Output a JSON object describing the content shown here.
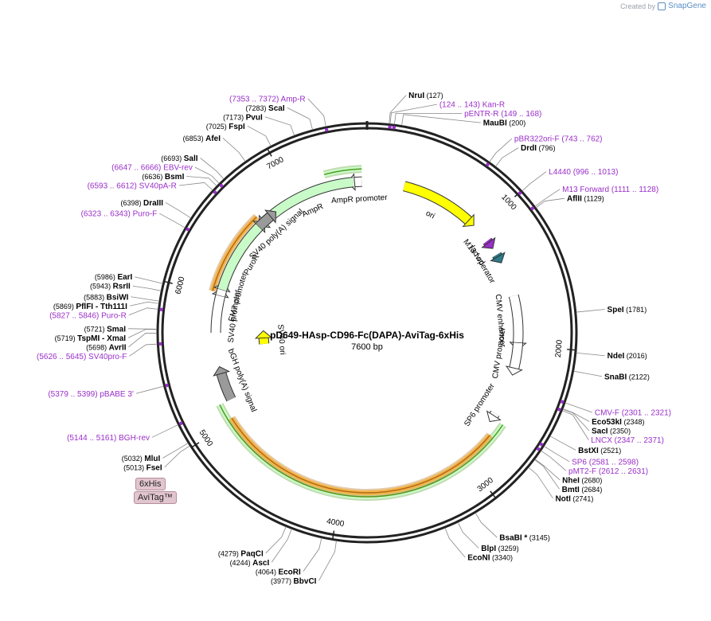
{
  "credit": {
    "prefix": "Created by",
    "brand": "SnapGene"
  },
  "plasmid": {
    "name": "pD649-HAsp-CD96-Fc(DAPA)-AviTag-6xHis",
    "length_label": "7600 bp",
    "length": 7600
  },
  "ticks": [
    "1000",
    "2000",
    "3000",
    "4000",
    "5000",
    "6000",
    "7000"
  ],
  "tags": [
    "6xHis",
    "AviTag™"
  ],
  "colors": {
    "enzyme": "#000000",
    "primer": "#9a2fc9",
    "ori": "#ffff00",
    "amp": "#c9fbc8",
    "orange": "#f5b44a",
    "green_band": "#4f9b1f"
  },
  "features": [
    {
      "name": "ori",
      "start": 300,
      "end": 889,
      "color": "#ffff00",
      "ring": 190
    },
    {
      "name": "AmpR promoter",
      "start": 7560,
      "end": 7500,
      "color": "#ffffff",
      "ring": 190
    },
    {
      "name": "AmpR",
      "start": 7490,
      "end": 6700,
      "color": "#c9fbc8",
      "ring": 190
    },
    {
      "name": "M13 fwd",
      "start": 1111,
      "end": 1128,
      "color": "#9a2fc9",
      "ring": 190
    },
    {
      "name": "lac operator",
      "start": 1245,
      "end": 1262,
      "color": "#2e7b8a",
      "ring": 190
    },
    {
      "name": "CMV enhancer",
      "start": 1600,
      "end": 1980,
      "color": "#ffffff",
      "ring": 190
    },
    {
      "name": "CMV promoter",
      "start": 1981,
      "end": 2185,
      "color": "#ffffff",
      "ring": 190
    },
    {
      "name": "SP6 promoter",
      "start": 2580,
      "end": 2600,
      "color": "#ffffff",
      "ring": 190
    },
    {
      "name": "bGH poly(A) signal",
      "start": 5150,
      "end": 5370,
      "color": "#9a9a9a",
      "ring": 190
    },
    {
      "name": "SV40 promoter",
      "start": 5700,
      "end": 6000,
      "color": "#ffffff",
      "ring": 190
    },
    {
      "name": "EM7 promoter",
      "start": 6000,
      "end": 6050,
      "color": "#ffffff",
      "ring": 190
    },
    {
      "name": "PuroR",
      "start": 6050,
      "end": 6640,
      "color": "#c9fbc8",
      "ring": 190
    },
    {
      "name": "SV40 poly(A) signal",
      "start": 6640,
      "end": 6762,
      "color": "#9a9a9a",
      "ring": 190
    },
    {
      "name": "SV40 ori",
      "start": 5570,
      "end": 5640,
      "color": "#ffff00",
      "ring": 130
    }
  ],
  "bands": [
    {
      "start": 7280,
      "end": 7560,
      "color": "#c9fbc8",
      "outline": "#4f9b1f"
    },
    {
      "start": 2620,
      "end": 5150,
      "color": "#c9fbc8",
      "outline": "#4f9b1f"
    },
    {
      "start": 2740,
      "end": 5020,
      "color": "#f5b44a",
      "outline": "#b06b15"
    },
    {
      "start": 6020,
      "end": 6680,
      "color": "#f5b44a",
      "outline": "#b06b15"
    }
  ],
  "labels": [
    {
      "kind": "primer",
      "label": "(124 .. 143)  Kan-R",
      "pos": 133
    },
    {
      "kind": "enzyme",
      "label": "NruI",
      "num": "(127)",
      "pos": 127
    },
    {
      "kind": "primer",
      "label": "pENTR-R   (149 .. 168)",
      "pos": 158
    },
    {
      "kind": "enzyme",
      "label": "MauBI",
      "num": "(200)",
      "pos": 200
    },
    {
      "kind": "primer",
      "label": "pBR322ori-F   (743 .. 762)",
      "pos": 752
    },
    {
      "kind": "enzyme",
      "label": "DrdI",
      "num": "(796)",
      "pos": 796
    },
    {
      "kind": "primer",
      "label": "L4440   (996 .. 1013)",
      "pos": 1004
    },
    {
      "kind": "primer",
      "label": "M13 Forward   (1111 .. 1128)",
      "pos": 1120
    },
    {
      "kind": "enzyme",
      "label": "AflII",
      "num": "(1129)",
      "pos": 1129
    },
    {
      "kind": "enzyme",
      "label": "SpeI",
      "num": "(1781)",
      "pos": 1781
    },
    {
      "kind": "enzyme",
      "label": "NdeI",
      "num": "(2016)",
      "pos": 2016
    },
    {
      "kind": "enzyme",
      "label": "SnaBI",
      "num": "(2122)",
      "pos": 2122
    },
    {
      "kind": "primer",
      "label": "CMV-F   (2301 .. 2321)",
      "pos": 2311
    },
    {
      "kind": "primer",
      "label": "LNCX   (2347 .. 2371)",
      "pos": 2359
    },
    {
      "kind": "enzyme",
      "label": "Eco53kI",
      "num": "(2348)",
      "pos": 2348
    },
    {
      "kind": "enzyme",
      "label": "SacI",
      "num": "(2350)",
      "pos": 2350
    },
    {
      "kind": "enzyme",
      "label": "BstXI",
      "num": "(2521)",
      "pos": 2521
    },
    {
      "kind": "primer",
      "label": "SP6   (2581 .. 2598)",
      "pos": 2589
    },
    {
      "kind": "primer",
      "label": "pMT2-F   (2612 .. 2631)",
      "pos": 2621
    },
    {
      "kind": "enzyme",
      "label": "NheI",
      "num": "(2680)",
      "pos": 2680
    },
    {
      "kind": "enzyme",
      "label": "BmtI",
      "num": "(2684)",
      "pos": 2684
    },
    {
      "kind": "enzyme",
      "label": "NotI",
      "num": "(2741)",
      "pos": 2741
    },
    {
      "kind": "enzyme",
      "label": "BsaBI *",
      "num": "(3145)",
      "pos": 3145
    },
    {
      "kind": "enzyme",
      "label": "BlpI",
      "num": "(3259)",
      "pos": 3259
    },
    {
      "kind": "enzyme",
      "label": "EcoNI",
      "num": "(3340)",
      "pos": 3340
    },
    {
      "kind": "enzyme",
      "label": "BbvCI",
      "num": "(3977)",
      "pos": 3977
    },
    {
      "kind": "enzyme",
      "label": "EcoRI",
      "num": "(4064)",
      "pos": 4064
    },
    {
      "kind": "enzyme",
      "label": "AscI",
      "num": "(4244)",
      "pos": 4244
    },
    {
      "kind": "enzyme",
      "label": "PaqCI",
      "num": "(4279)",
      "pos": 4279
    },
    {
      "kind": "enzyme",
      "label": "FseI",
      "num": "(5013)",
      "pos": 5013
    },
    {
      "kind": "enzyme",
      "label": "MluI",
      "num": "(5032)",
      "pos": 5032
    },
    {
      "kind": "primer",
      "label": "(5144 .. 5161)  BGH-rev",
      "pos": 5152
    },
    {
      "kind": "primer",
      "label": "(5379 .. 5399)  pBABE 3'",
      "pos": 5389
    },
    {
      "kind": "primer",
      "label": "(5626 .. 5645)  SV40pro-F",
      "pos": 5635
    },
    {
      "kind": "enzyme",
      "label": "AvrII",
      "num": "(5698)",
      "pos": 5698
    },
    {
      "kind": "enzyme",
      "label": "TspMI  - XmaI",
      "num": "(5719)",
      "pos": 5719
    },
    {
      "kind": "enzyme",
      "label": "SmaI",
      "num": "(5721)",
      "pos": 5721
    },
    {
      "kind": "primer",
      "label": "(5827 .. 5846)  Puro-R",
      "pos": 5836
    },
    {
      "kind": "enzyme",
      "label": "PflFI  - Tth111I",
      "num": "(5869)",
      "pos": 5869
    },
    {
      "kind": "enzyme",
      "label": "BsiWI",
      "num": "(5883)",
      "pos": 5883
    },
    {
      "kind": "enzyme",
      "label": "RsrII",
      "num": "(5943)",
      "pos": 5943
    },
    {
      "kind": "enzyme",
      "label": "EarI",
      "num": "(5986)",
      "pos": 5986
    },
    {
      "kind": "primer",
      "label": "(6323 .. 6343)  Puro-F",
      "pos": 6333
    },
    {
      "kind": "enzyme",
      "label": "DraIII",
      "num": "(6398)",
      "pos": 6398
    },
    {
      "kind": "primer",
      "label": "(6593 .. 6612)  SV40pA-R",
      "pos": 6602
    },
    {
      "kind": "enzyme",
      "label": "BsmI",
      "num": "(6636)",
      "pos": 6636
    },
    {
      "kind": "primer",
      "label": "(6647 .. 6666)  EBV-rev",
      "pos": 6656
    },
    {
      "kind": "enzyme",
      "label": "SalI",
      "num": "(6693)",
      "pos": 6693
    },
    {
      "kind": "enzyme",
      "label": "AfeI",
      "num": "(6853)",
      "pos": 6853
    },
    {
      "kind": "enzyme",
      "label": "FspI",
      "num": "(7025)",
      "pos": 7025
    },
    {
      "kind": "enzyme",
      "label": "PvuI",
      "num": "(7173)",
      "pos": 7173
    },
    {
      "kind": "enzyme",
      "label": "ScaI",
      "num": "(7283)",
      "pos": 7283
    },
    {
      "kind": "primer",
      "label": "(7353 .. 7372)  Amp-R",
      "pos": 7362
    }
  ]
}
